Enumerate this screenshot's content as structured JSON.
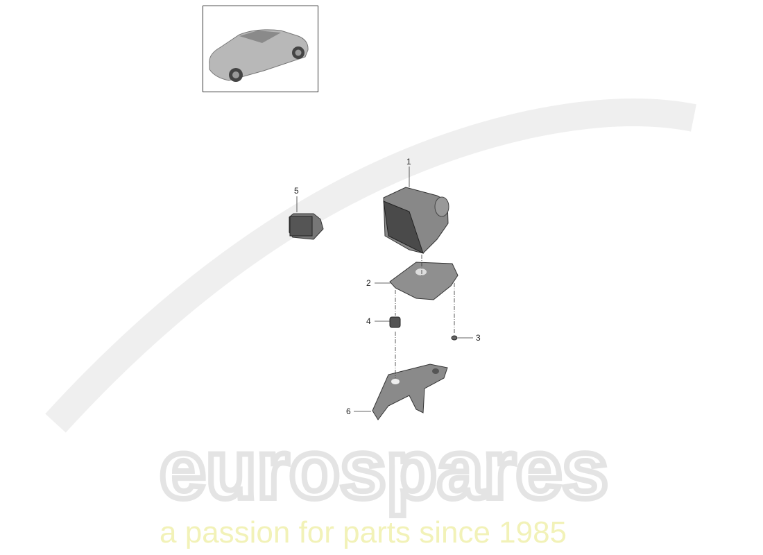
{
  "watermark": {
    "brand": "eurospares",
    "tagline": "a passion for parts since 1985",
    "brand_color": "#e4e4e4",
    "tagline_color": "#f2f2b8"
  },
  "thumbnail": {
    "icon": "car-overview-icon"
  },
  "callouts": [
    {
      "number": "1",
      "part": "hydraulic-unit"
    },
    {
      "number": "2",
      "part": "bracket"
    },
    {
      "number": "3",
      "part": "screw"
    },
    {
      "number": "4",
      "part": "rubber-mount"
    },
    {
      "number": "5",
      "part": "control-unit"
    },
    {
      "number": "6",
      "part": "mounting-bracket"
    }
  ]
}
